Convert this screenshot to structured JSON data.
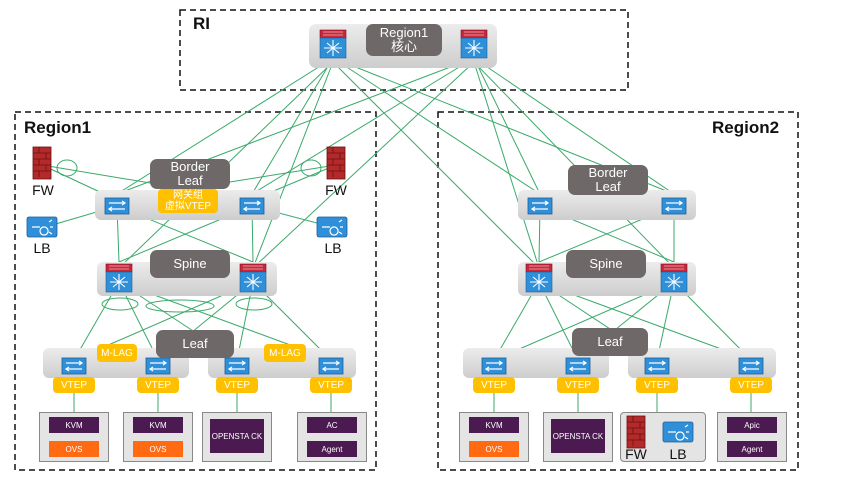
{
  "ri": {
    "title": "RI",
    "core_label_line1": "Region1",
    "core_label_line2": "核心"
  },
  "region1": {
    "title": "Region1",
    "border_leaf_line1": "Border",
    "border_leaf_line2": "Leaf",
    "gateway_line1": "网关组",
    "gateway_line2": "虚拟VTEP",
    "spine_label": "Spine",
    "leaf_label": "Leaf",
    "mlag_left": "M-LAG",
    "mlag_right": "M-LAG",
    "fw_left": "FW",
    "fw_right": "FW",
    "lb_left": "LB",
    "lb_right": "LB",
    "vteps": [
      "VTEP",
      "VTEP",
      "VTEP",
      "VTEP"
    ],
    "hosts": [
      {
        "top": "KVM",
        "bottom": "OVS"
      },
      {
        "top": "KVM",
        "bottom": "OVS"
      },
      {
        "top": "OPENSTA CK",
        "bottom": ""
      },
      {
        "top": "AC",
        "bottom": "Agent"
      }
    ]
  },
  "region2": {
    "title": "Region2",
    "border_leaf_line1": "Border",
    "border_leaf_line2": "Leaf",
    "spine_label": "Spine",
    "leaf_label": "Leaf",
    "vteps": [
      "VTEP",
      "VTEP",
      "VTEP",
      "VTEP"
    ],
    "hosts": [
      {
        "top": "KVM",
        "bottom": "OVS"
      },
      {
        "top": "OPENSTA CK",
        "bottom": ""
      },
      {
        "top": "",
        "bottom": ""
      },
      {
        "top": "Apic",
        "bottom": "Agent"
      }
    ],
    "fw_label": "FW",
    "lb_label": "LB"
  },
  "colors": {
    "link": "#3aaa6a",
    "router": "#c8283c",
    "switch": "#2f8fd8",
    "pill": "#6e6868",
    "vtep": "#ffc000",
    "host": "#4b1a50",
    "ovs": "#ff6a13"
  }
}
